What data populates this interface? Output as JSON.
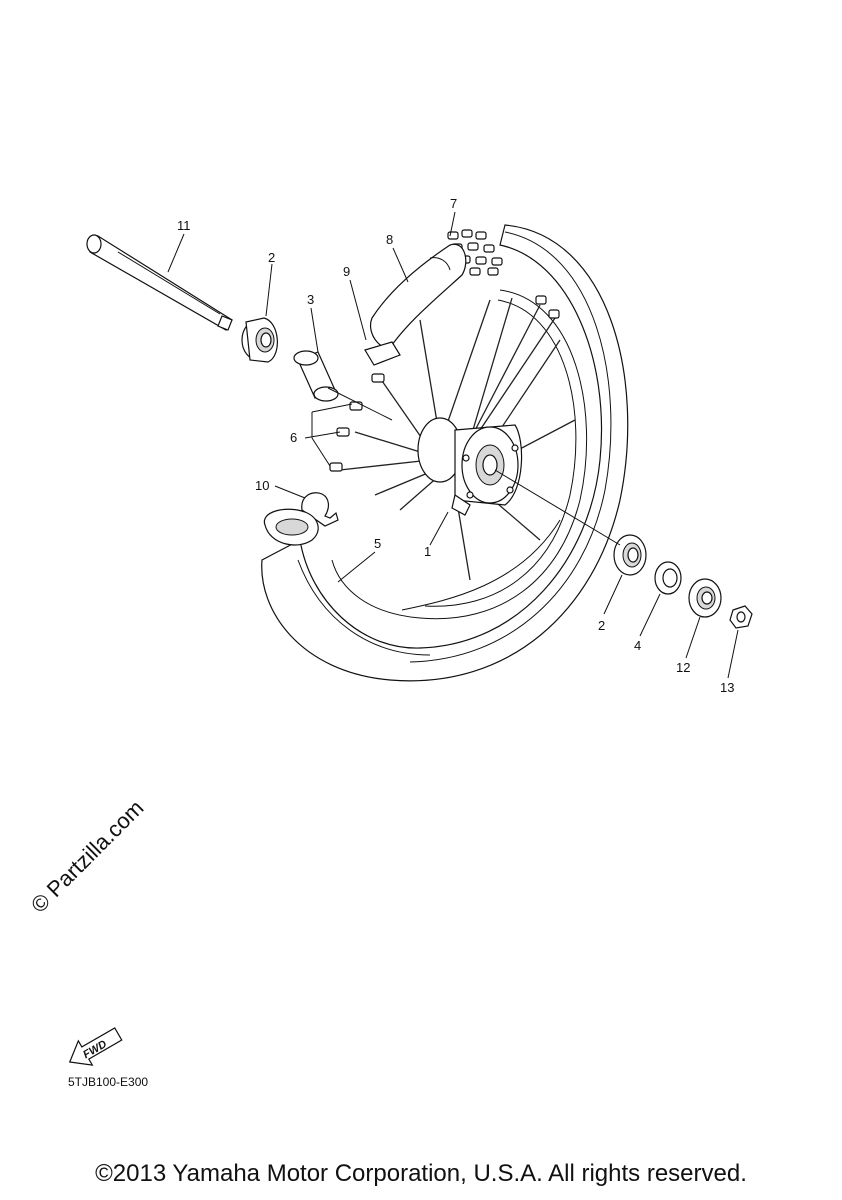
{
  "callouts": {
    "c1": "1",
    "c2a": "2",
    "c2b": "2",
    "c3": "3",
    "c4": "4",
    "c5": "5",
    "c6": "6",
    "c7": "7",
    "c8": "8",
    "c9": "9",
    "c10": "10",
    "c11": "11",
    "c12": "12",
    "c13": "13"
  },
  "fwd_label": "FWD",
  "watermark": "© Partzilla.com",
  "diagram_code": "5TJB100-E300",
  "copyright": "©2013 Yamaha Motor Corporation, U.S.A. All rights reserved."
}
